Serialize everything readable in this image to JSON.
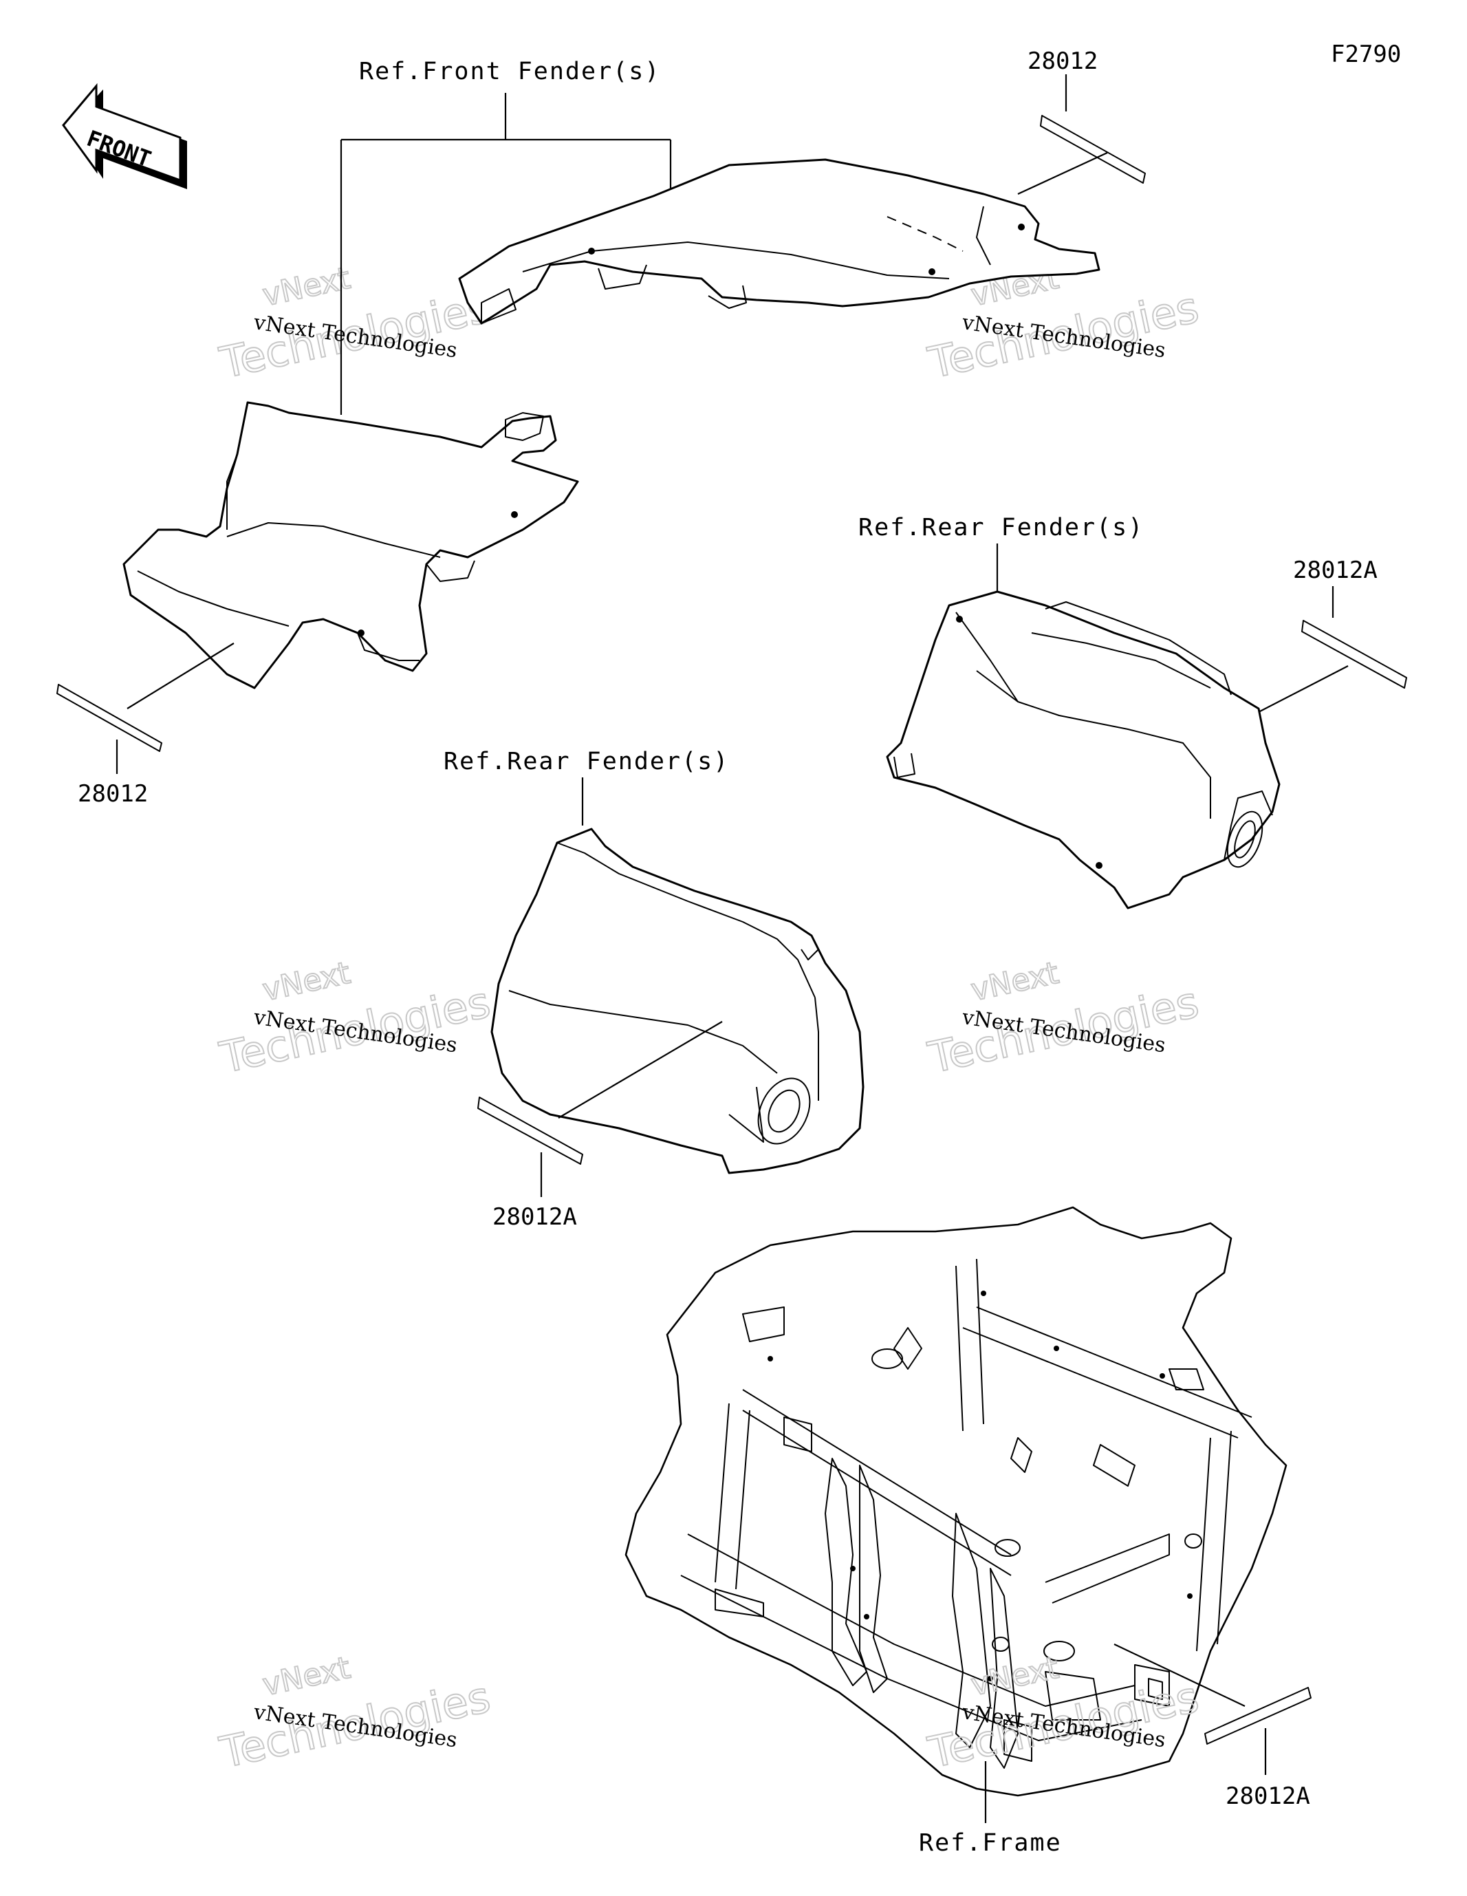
{
  "diagram_id": "F2790",
  "front_arrow": {
    "label": "FRONT"
  },
  "callouts": {
    "front_fender_ref": "Ref.Front Fender(s)",
    "rear_fender_ref_right": "Ref.Rear Fender(s)",
    "rear_fender_ref_center": "Ref.Rear Fender(s)",
    "frame_ref": "Ref.Frame"
  },
  "part_labels": {
    "top_right": "28012",
    "left": "28012",
    "right": "28012A",
    "center": "28012A",
    "bottom_right": "28012A"
  },
  "watermarks": [
    {
      "line1": "vNext",
      "line2": "vNext Technologies",
      "line3": "Technologies"
    },
    {
      "line1": "vNext",
      "line2": "vNext Technologies",
      "line3": "Technologies"
    },
    {
      "line1": "vNext",
      "line2": "vNext Technologies",
      "line3": "Technologies"
    },
    {
      "line1": "vNext",
      "line2": "vNext Technologies",
      "line3": "Technologies"
    },
    {
      "line1": "vNext",
      "line2": "vNext Technologies",
      "line3": "Technologies"
    },
    {
      "line1": "vNext",
      "line2": "vNext Technologies",
      "line3": "Technologies"
    }
  ]
}
